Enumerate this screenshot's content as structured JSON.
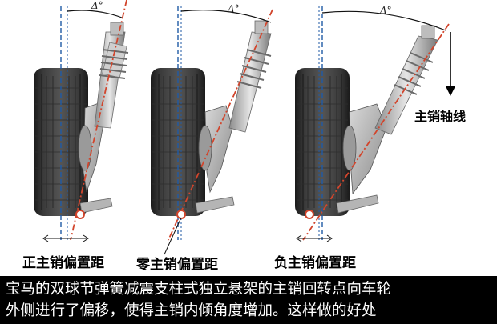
{
  "angle_symbol": "Δ°",
  "labels": {
    "positive_offset": "正主销偏置距",
    "zero_offset": "零主销偏置距",
    "negative_offset": "负主销偏置距",
    "kingpin_axis": "主销轴线"
  },
  "caption": {
    "line1": "宝马的双球节弹簧减震支柱式独立悬架的主销回转点向车轮",
    "line2": "外侧进行了偏移，使得主销内倾角度增加。这样做的好处"
  },
  "colors": {
    "axis_line": "#d2452c",
    "wheel_centerline": "#1f5aa6",
    "caption_bg": "#000000",
    "caption_text": "#ffffff"
  }
}
